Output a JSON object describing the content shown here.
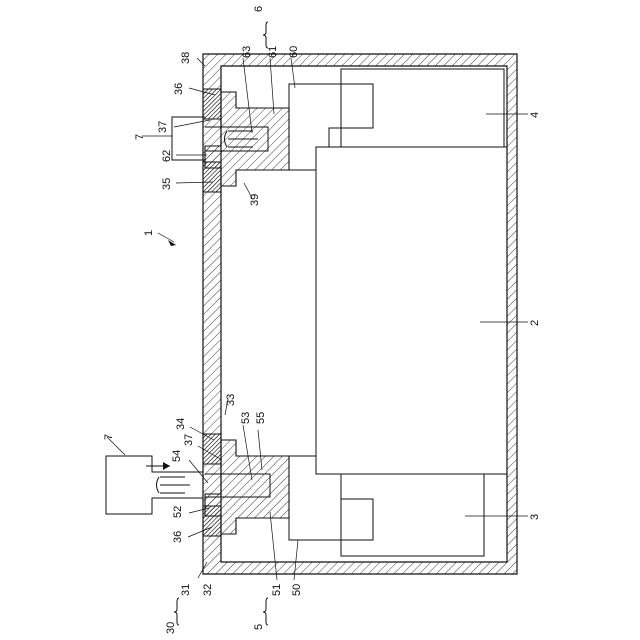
{
  "figure": {
    "labels": {
      "n1": "1",
      "n2": "2",
      "n3": "3",
      "n4": "4",
      "n5": "5",
      "n6": "6",
      "n7a": "7",
      "n7b": "7",
      "n30": "30",
      "n31": "31",
      "n32": "32",
      "n33": "33",
      "n34": "34",
      "n35": "35",
      "n36a": "36",
      "n36b": "36",
      "n37a": "37",
      "n37b": "37",
      "n38": "38",
      "n39": "39",
      "n50": "50",
      "n51": "51",
      "n52": "52",
      "n53": "53",
      "n54": "54",
      "n55": "55",
      "n60": "60",
      "n61": "61",
      "n62": "62",
      "n63": "63"
    }
  }
}
